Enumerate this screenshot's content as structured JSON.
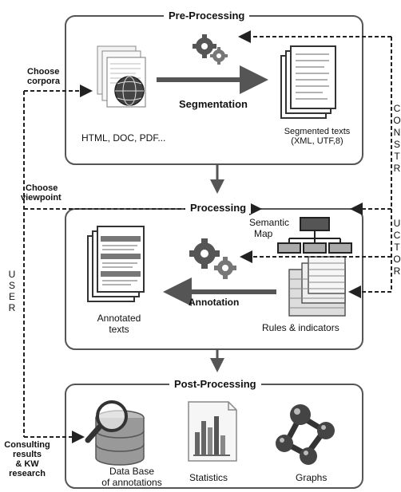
{
  "panels": {
    "pre": "Pre-Processing",
    "proc": "Processing",
    "post": "Post-Processing"
  },
  "pre": {
    "input_label": "HTML, DOC, PDF...",
    "segmentation": "Segmentation",
    "segmented_1": "Segmented texts",
    "segmented_2": "(XML, UTF,8)"
  },
  "proc": {
    "semantic_1": "Semantic",
    "semantic_2": "Map",
    "annotation": "Annotation",
    "annotated_1": "Annotated",
    "annotated_2": "texts",
    "rules": "Rules & indicators"
  },
  "post": {
    "db_1": "Data Base",
    "db_2": "of annotations",
    "stats": "Statistics",
    "graphs": "Graphs"
  },
  "user_side": {
    "choose_corpora_1": "Choose",
    "choose_corpora_2": "corpora",
    "choose_viewpoint_1": "Choose",
    "choose_viewpoint_2": "viewpoint",
    "consulting_1": "Consulting",
    "consulting_2": "results",
    "consulting_3": "& KW",
    "consulting_4": "research",
    "user_letters": [
      "U",
      "S",
      "E",
      "R"
    ]
  },
  "right_edge_letters": [
    "C",
    "O",
    "N",
    "S",
    "T",
    "R",
    "U",
    "C",
    "T",
    "O",
    "R"
  ]
}
